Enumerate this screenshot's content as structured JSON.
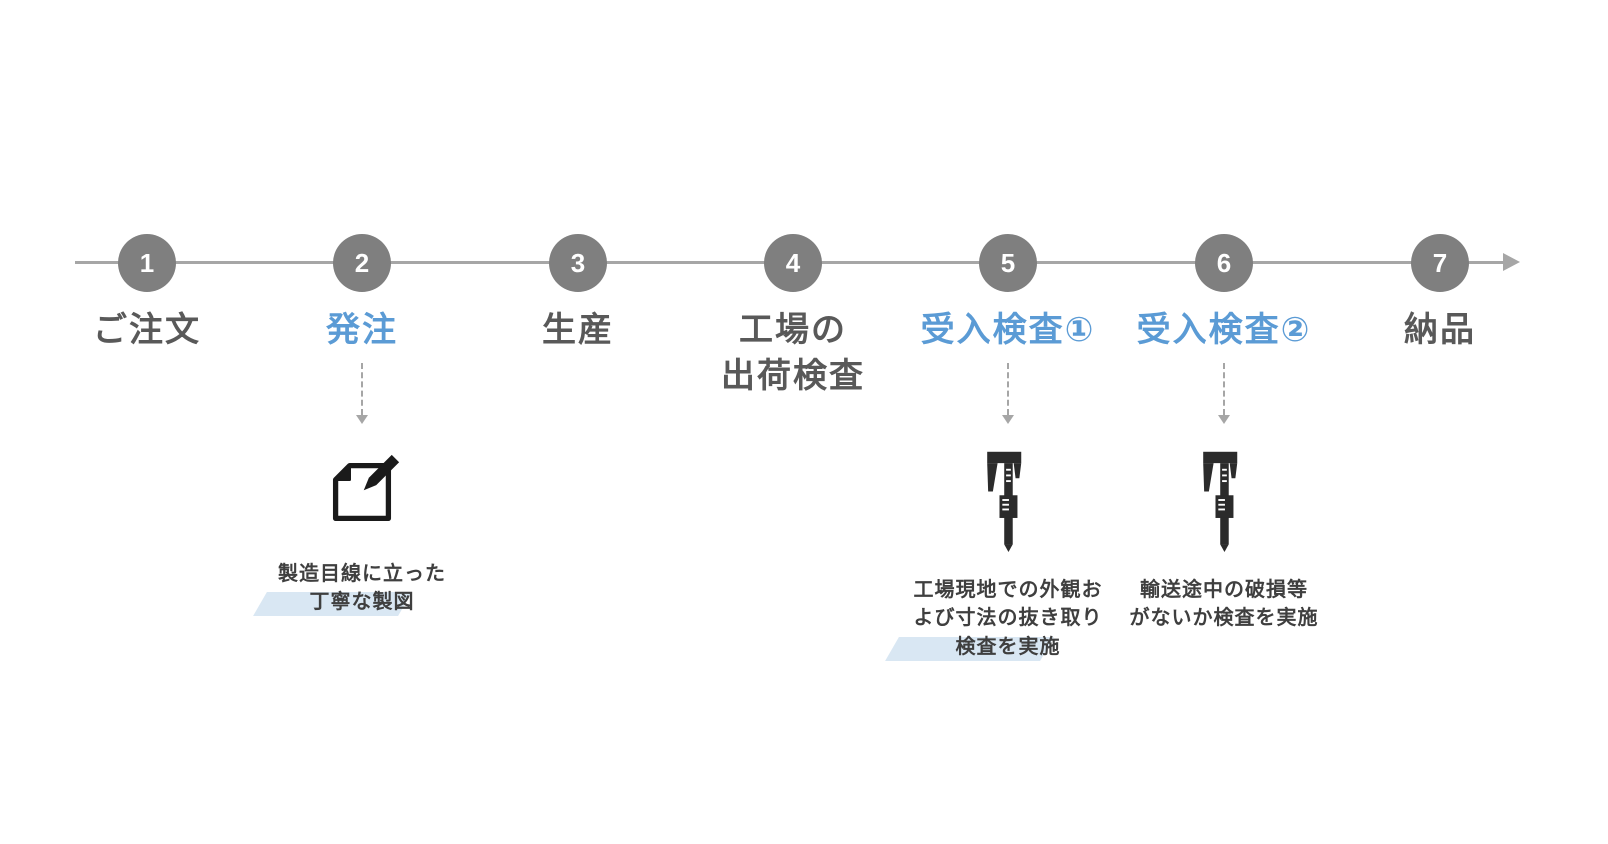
{
  "timeline": {
    "line_color": "#a6a6a6",
    "circle_color": "#7f7f7f",
    "active_label_color": "#5b9bd5",
    "inactive_label_color": "#595959",
    "steps": [
      {
        "number": "1",
        "label": "ご注文",
        "color": "#595959"
      },
      {
        "number": "2",
        "label": "発注",
        "color": "#5b9bd5"
      },
      {
        "number": "3",
        "label": "生産",
        "color": "#595959"
      },
      {
        "number": "4",
        "label": "工場の\n出荷検査",
        "color": "#595959"
      },
      {
        "number": "5",
        "label": "受入検査①",
        "color": "#5b9bd5"
      },
      {
        "number": "6",
        "label": "受入検査②",
        "color": "#5b9bd5"
      },
      {
        "number": "7",
        "label": "納品",
        "color": "#595959"
      }
    ]
  },
  "annotations": [
    {
      "step": "2",
      "icon": "document-edit-icon",
      "text": "製造目線に立った\n丁寧な製図",
      "highlight_color": "#d9e7f3"
    },
    {
      "step": "5",
      "icon": "caliper-icon",
      "text": "工場現地での外観お\nよび寸法の抜き取り\n検査を実施",
      "highlight_color": "#d9e7f3"
    },
    {
      "step": "6",
      "icon": "caliper-icon",
      "text": "輸送途中の破損等\nがないか検査を実施",
      "highlight_color": ""
    }
  ]
}
